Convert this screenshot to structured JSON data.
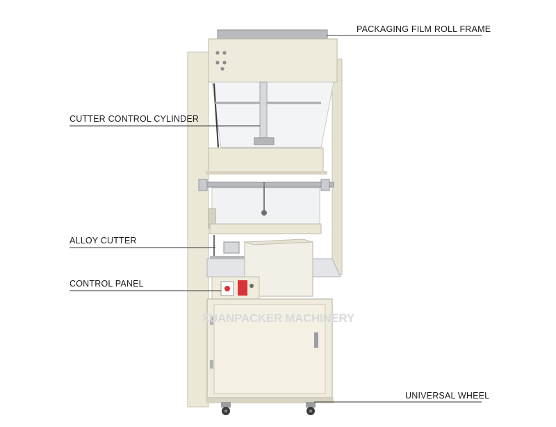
{
  "labels": {
    "film_roll_frame": "PACKAGING FILM ROLL FRAME",
    "cutter_cylinder": "CUTTER CONTROL CYLINDER",
    "alloy_cutter": "ALLOY CUTTER",
    "control_panel": "CONTROL PANEL",
    "universal_wheel": "UNIVERSAL WHEEL"
  },
  "watermark": "XUANPACKER MACHINERY",
  "colors": {
    "machine_body": "#eeeadb",
    "machine_shadow": "#d8d3c2",
    "frame_edge": "#b9b4a4",
    "film": "#f3f4f6",
    "metal": "#c9cbcf",
    "control_red": "#d8333a",
    "label_line": "#333333"
  }
}
